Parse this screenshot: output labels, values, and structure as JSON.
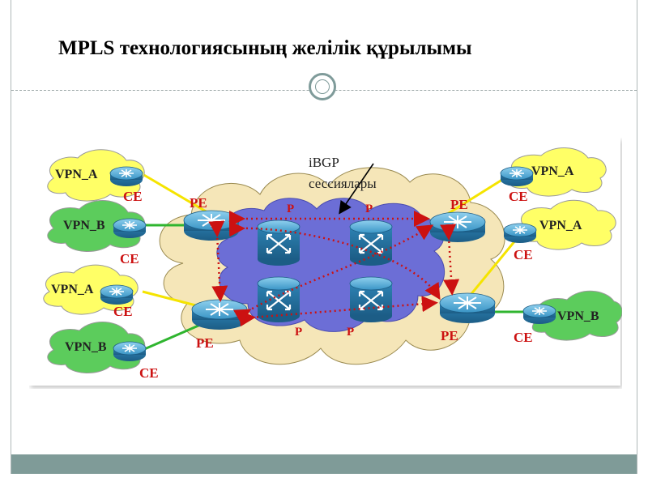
{
  "slide": {
    "title": "MPLS технологиясының желілік құрылымы"
  },
  "diagram": {
    "annotation": [
      "iBGP",
      "сессиялары"
    ],
    "vpn_clouds": [
      "VPN_A",
      "VPN_B",
      "VPN_A",
      "VPN_B",
      "VPN_A",
      "VPN_A",
      "VPN_B"
    ],
    "ce_labels": [
      "CE",
      "CE",
      "CE",
      "CE",
      "CE",
      "CE",
      "CE"
    ],
    "pe_labels": [
      "PE",
      "PE",
      "PE",
      "PE"
    ],
    "p_labels": [
      "P",
      "P",
      "P",
      "P"
    ],
    "colors": {
      "provider_cloud": "#f5e6b8",
      "core_cloud": "#6c6ed6",
      "vpn_a": "#ffff66",
      "vpn_b": "#5ccc5c",
      "router": "#2f86b8",
      "session_arrow": "#cc1111",
      "label_red": "#cc1111",
      "frame": "#7f9b98"
    }
  }
}
